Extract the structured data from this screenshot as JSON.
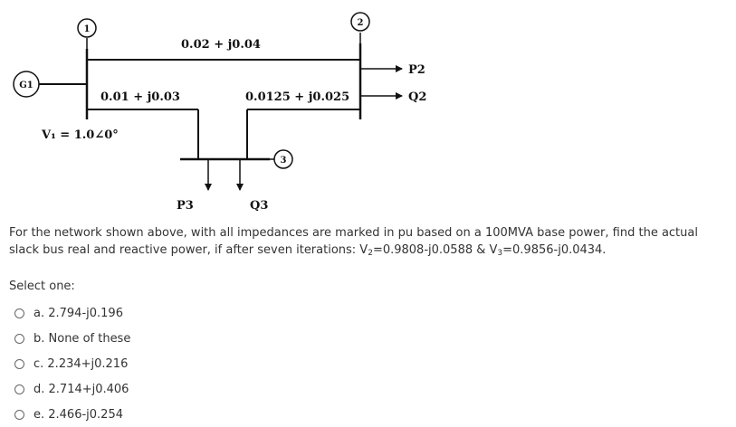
{
  "diagram": {
    "generator": "G1",
    "nodes": [
      "1",
      "2",
      "3"
    ],
    "line_12": "0.02 + j0.04",
    "line_13": "0.01 + j0.03",
    "line_23": "0.0125 + j0.025",
    "v1": "V₁ = 1.0∠0°",
    "p2": "P2",
    "q2": "Q2",
    "p3": "P3",
    "q3": "Q3"
  },
  "question": {
    "line1": "For the network shown above, with all impedances are marked in pu based on a 100MVA base power, find the actual",
    "line2_pre": "slack bus real and reactive power, if after seven iterations: V",
    "v2_sub": "2",
    "v2_val": "=0.9808-j0.0588 & V",
    "v3_sub": "3",
    "v3_val": "=0.9856-j0.0434."
  },
  "quiz": {
    "select_label": "Select one:",
    "options": [
      "a. 2.794-j0.196",
      "b. None of these",
      "c. 2.234+j0.216",
      "d. 2.714+j0.406",
      "e. 2.466-j0.254"
    ]
  }
}
